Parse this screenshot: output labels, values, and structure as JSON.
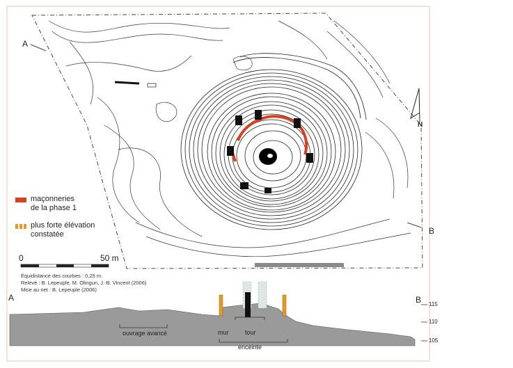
{
  "points": {
    "a": "A",
    "b": "B"
  },
  "north": "N",
  "legend": {
    "items": [
      {
        "lines": [
          "maçonneries",
          "de la phase 1"
        ],
        "color": "#d9411e",
        "icon": "red-swatch-icon"
      },
      {
        "lines": [
          "plus forte élévation",
          "constatée"
        ],
        "color": "#e39a22",
        "icon": "orange-swatch-icon"
      }
    ]
  },
  "scale": {
    "start": "0",
    "end": "50 m"
  },
  "credits": {
    "line1": "Équidistance des courbes : 0,25 m.",
    "line2": "Relevé : B. Lepeuple, M. Olingun, J.-B. Vincent (2006)",
    "line3": "Mise au net : B. Lepeuple (2006)"
  },
  "profile": {
    "a_label": "A",
    "b_label": "B",
    "elevations": [
      "115",
      "110",
      "105"
    ],
    "labels": {
      "ouvrage": "ouvrage avancé",
      "mur": "mur",
      "tour": "tour",
      "enceinte": "enceinte"
    },
    "fill_color": "#9a9a9a"
  }
}
